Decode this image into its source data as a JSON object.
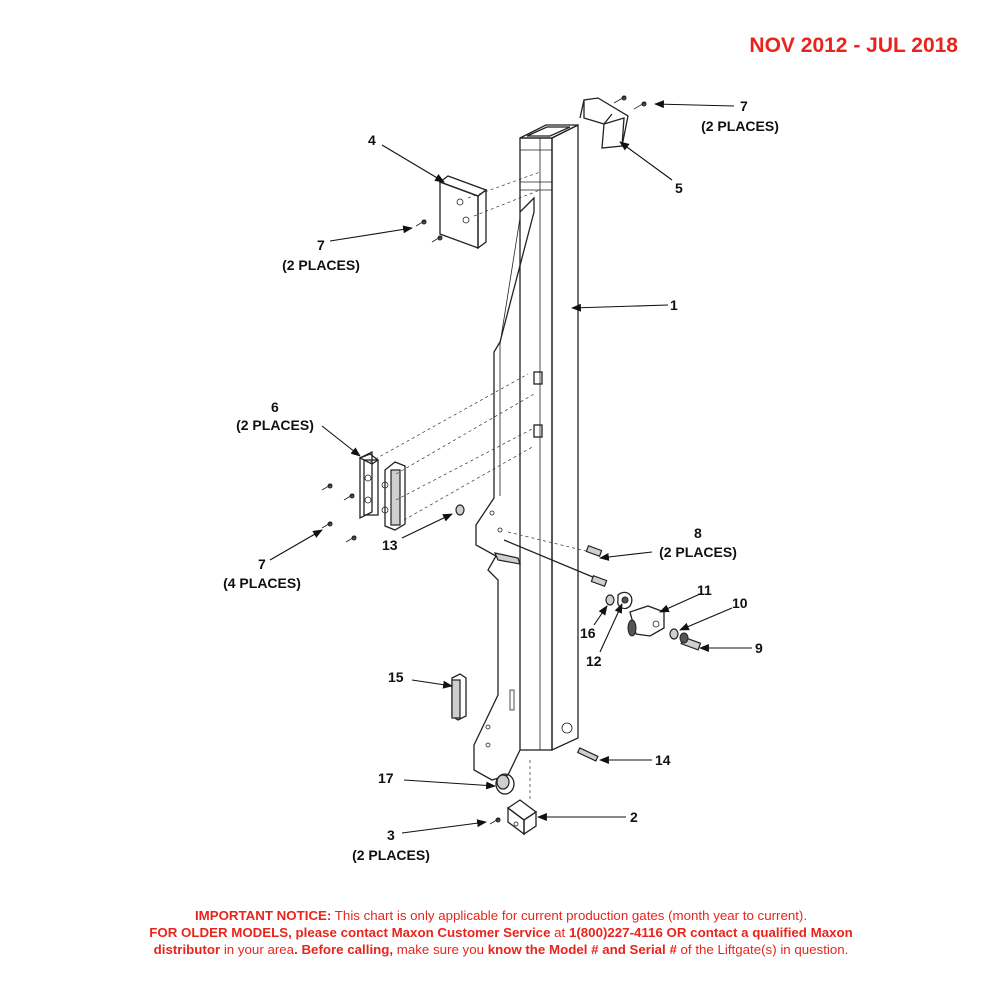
{
  "date_range": "NOV 2012 - JUL 2018",
  "callouts": {
    "c7_top": "7",
    "c7_top_q": "(2 PLACES)",
    "c5": "5",
    "c4": "4",
    "c7_left": "7",
    "c7_left_q": "(2 PLACES)",
    "c1": "1",
    "c6": "6",
    "c6_q": "(2 PLACES)",
    "c13": "13",
    "c7_bottom": "7",
    "c7_bottom_q": "(4 PLACES)",
    "c8": "8",
    "c8_q": "(2 PLACES)",
    "c11": "11",
    "c10": "10",
    "c16": "16",
    "c12": "12",
    "c9": "9",
    "c15": "15",
    "c14": "14",
    "c17": "17",
    "c2": "2",
    "c3": "3",
    "c3_q": "(2 PLACES)"
  },
  "notice": {
    "l1_bold": "IMPORTANT NOTICE:",
    "l1_text": " This chart is only applicable for current production gates (month year to current).",
    "l2_bold": "FOR OLDER MODELS, please contact Maxon Customer Service",
    "l2_text": " at ",
    "l2_bold2": "1(800)227-4116 OR contact a qualified Maxon",
    "l3_bold": "distributor",
    "l3_text": " in your area",
    "l3_bold2": ". Before calling,",
    "l3_text2": " make sure you ",
    "l3_bold3": "know the Model # and Serial #",
    "l3_text3": " of the Liftgate(s) in question."
  },
  "colors": {
    "accent": "#e8241c",
    "ink": "#111111"
  }
}
